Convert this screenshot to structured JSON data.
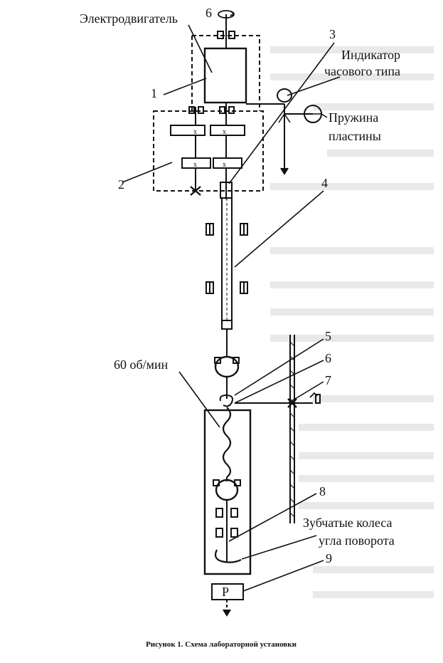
{
  "labels": {
    "motor": "Электродвигатель",
    "top_number": "6",
    "n1": "1",
    "n2": "2",
    "n3": "3",
    "indicator_line1": "Индикатор",
    "indicator_line2": "часового типа",
    "spring_line1": "Пружина",
    "spring_line2": "пластины",
    "n4": "4",
    "n5": "5",
    "n6": "6",
    "n7": "7",
    "speed": "60 об/мин",
    "n8": "8",
    "gears_line1": "Зубчатые колеса",
    "gears_line2": "угла поворота",
    "n9": "9",
    "box_p": "P"
  },
  "caption": "Рисунок 1. Схема лабораторной установки",
  "colors": {
    "ink": "#111111",
    "faint_text": "#c9c9c9",
    "background": "#ffffff"
  }
}
